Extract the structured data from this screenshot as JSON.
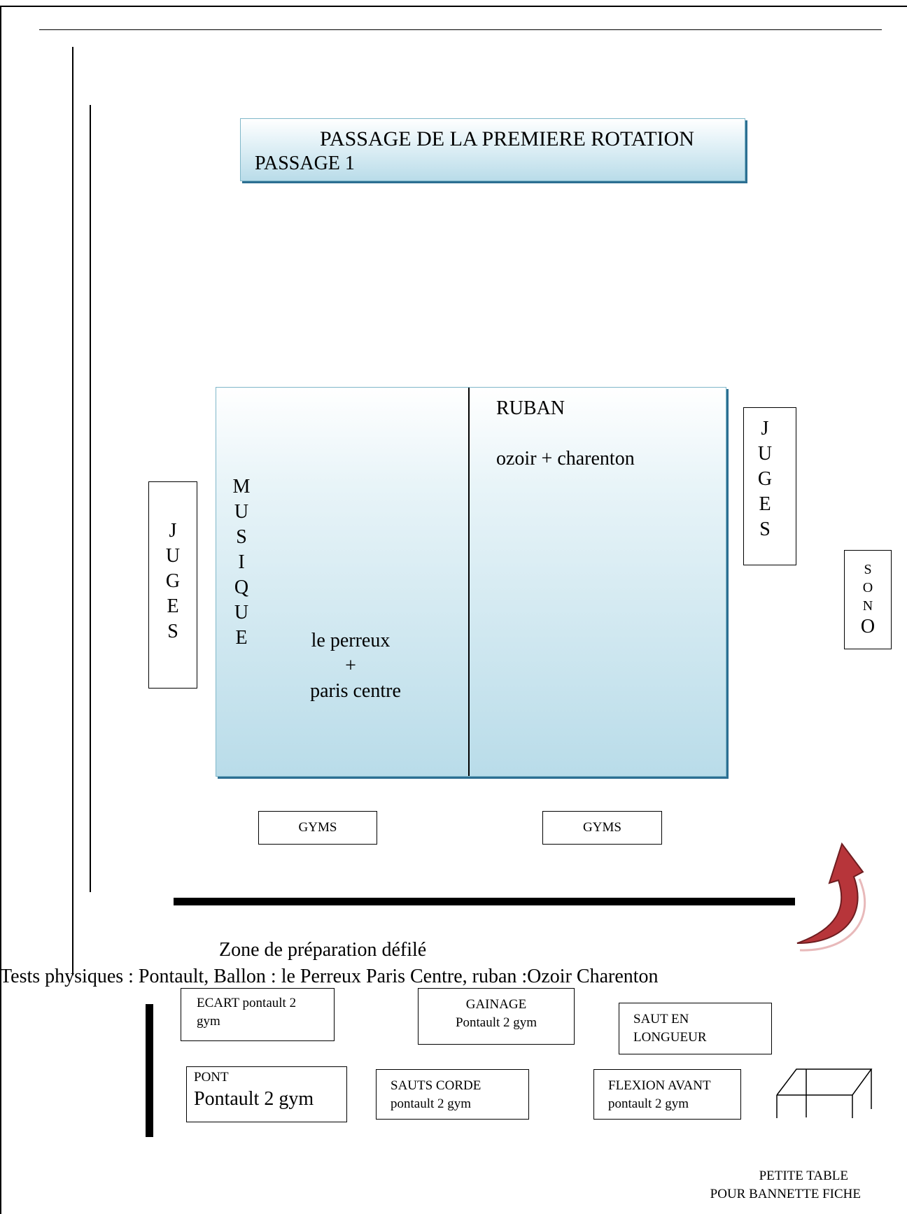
{
  "title": {
    "main": "PASSAGE DE LA PREMIERE ROTATION",
    "sub": "PASSAGE 1"
  },
  "floor": {
    "musique_letters": [
      "M",
      "U",
      "S",
      "I",
      "Q",
      "U",
      "E"
    ],
    "left_team": [
      "le perreux",
      "+",
      "paris centre"
    ],
    "ruban": "RUBAN",
    "right_team": "ozoir + charenton"
  },
  "juges_left": [
    "J",
    "U",
    "G",
    "E",
    "S"
  ],
  "juges_right": [
    "J",
    "U",
    "G",
    "E",
    "S"
  ],
  "sono": [
    "S",
    "O",
    "N",
    "O"
  ],
  "gyms": [
    "GYMS",
    "GYMS"
  ],
  "zone": "Zone de préparation défilé",
  "tests": "Tests physiques : Pontault, Ballon  : le Perreux Paris Centre, ruban :Ozoir Charenton",
  "stations": {
    "ecart": {
      "title": "ECART",
      "detail": "pontault  2",
      "extra": "gym"
    },
    "gainage": {
      "title": "GAINAGE",
      "detail": "Pontault 2 gym"
    },
    "saut_longueur": {
      "line1": "SAUT EN",
      "line2": "LONGUEUR"
    },
    "pont": {
      "title": "PONT",
      "detail": "Pontault 2 gym"
    },
    "sauts_corde": {
      "title": "SAUTS CORDE",
      "detail": "pontault 2 gym"
    },
    "flexion": {
      "title": "FLEXION AVANT",
      "detail": "pontault 2 gym"
    }
  },
  "petite_table": {
    "line1": "PETITE TABLE",
    "line2": "POUR BANNETTE FICHE"
  },
  "colors": {
    "panel_border": "#7fb7c9",
    "panel_shadow": "#2c6f92",
    "arrow": "#b7353a"
  }
}
